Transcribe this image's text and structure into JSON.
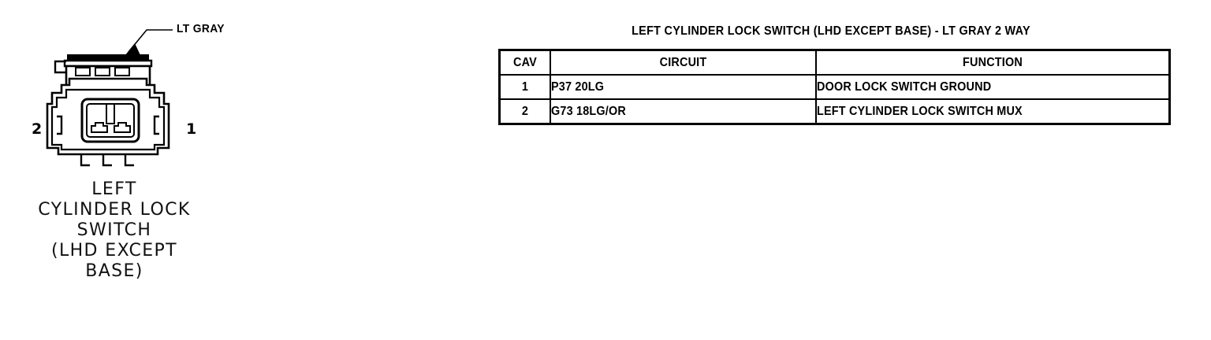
{
  "connector": {
    "color_callout": "LT GRAY",
    "pins": [
      {
        "number": "2",
        "side": "left"
      },
      {
        "number": "1",
        "side": "right"
      }
    ],
    "caption_lines": [
      "LEFT",
      "CYLINDER LOCK",
      "SWITCH",
      "(LHD EXCEPT",
      "BASE)"
    ]
  },
  "table": {
    "title": "LEFT CYLINDER LOCK SWITCH (LHD EXCEPT BASE) - LT GRAY 2 WAY",
    "columns": [
      "CAV",
      "CIRCUIT",
      "FUNCTION"
    ],
    "rows": [
      {
        "cav": "1",
        "circuit": "P37  20LG",
        "function": "DOOR LOCK SWITCH GROUND"
      },
      {
        "cav": "2",
        "circuit": "G73  18LG/OR",
        "function": "LEFT CYLINDER LOCK SWITCH MUX"
      }
    ]
  },
  "colors": {
    "ink": "#000000",
    "background": "#ffffff"
  }
}
